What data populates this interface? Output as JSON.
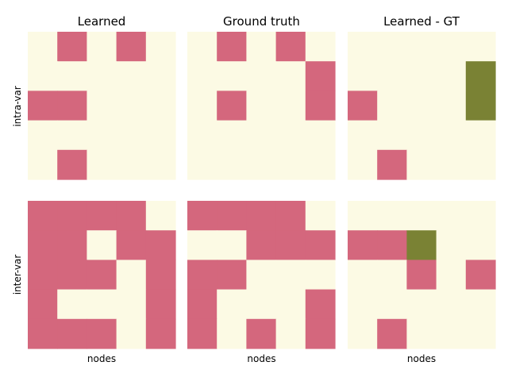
{
  "colors": {
    "zero": "#fcfae4",
    "one": "#d4677d",
    "minus_one": "#7a8234"
  },
  "chart_data": {
    "type": "heatmap",
    "column_titles": [
      "Learned",
      "Ground truth",
      "Learned - GT"
    ],
    "row_labels": [
      "intra-var",
      "inter-var"
    ],
    "xlabel": "nodes",
    "value_legend": {
      "0": "zero",
      "1": "one",
      "-1": "minus_one"
    },
    "panels": [
      [
        {
          "name": "Learned (intra-var)",
          "matrix": [
            [
              0,
              1,
              0,
              1,
              0
            ],
            [
              0,
              0,
              0,
              0,
              0
            ],
            [
              1,
              1,
              0,
              0,
              0
            ],
            [
              0,
              0,
              0,
              0,
              0
            ],
            [
              0,
              1,
              0,
              0,
              0
            ]
          ]
        },
        {
          "name": "Ground truth (intra-var)",
          "matrix": [
            [
              0,
              1,
              0,
              1,
              0
            ],
            [
              0,
              0,
              0,
              0,
              1
            ],
            [
              0,
              1,
              0,
              0,
              1
            ],
            [
              0,
              0,
              0,
              0,
              0
            ],
            [
              0,
              0,
              0,
              0,
              0
            ]
          ]
        },
        {
          "name": "Learned - GT (intra-var)",
          "matrix": [
            [
              0,
              0,
              0,
              0,
              0
            ],
            [
              0,
              0,
              0,
              0,
              -1
            ],
            [
              1,
              0,
              0,
              0,
              -1
            ],
            [
              0,
              0,
              0,
              0,
              0
            ],
            [
              0,
              1,
              0,
              0,
              0
            ]
          ]
        }
      ],
      [
        {
          "name": "Learned (inter-var)",
          "matrix": [
            [
              1,
              1,
              1,
              1,
              0
            ],
            [
              1,
              1,
              0,
              1,
              1
            ],
            [
              1,
              1,
              1,
              0,
              1
            ],
            [
              1,
              0,
              0,
              0,
              1
            ],
            [
              1,
              1,
              1,
              0,
              1
            ]
          ]
        },
        {
          "name": "Ground truth (inter-var)",
          "matrix": [
            [
              1,
              1,
              1,
              1,
              0
            ],
            [
              0,
              0,
              1,
              1,
              1
            ],
            [
              1,
              1,
              0,
              0,
              0
            ],
            [
              1,
              0,
              0,
              0,
              1
            ],
            [
              1,
              0,
              1,
              0,
              1
            ]
          ]
        },
        {
          "name": "Learned - GT (inter-var)",
          "matrix": [
            [
              0,
              0,
              0,
              0,
              0
            ],
            [
              1,
              1,
              -1,
              0,
              0
            ],
            [
              0,
              0,
              1,
              0,
              1
            ],
            [
              0,
              0,
              0,
              0,
              0
            ],
            [
              0,
              1,
              0,
              0,
              0
            ]
          ]
        }
      ]
    ]
  }
}
